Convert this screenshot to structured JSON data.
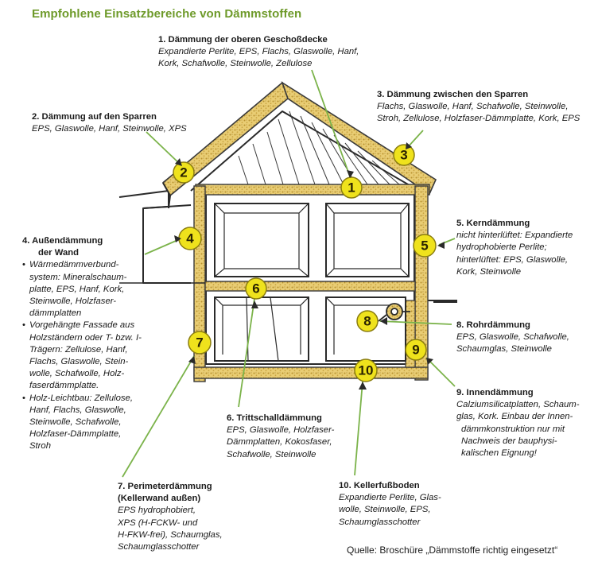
{
  "title": "Empfohlene Einsatzbereiche von Dämmstoffen",
  "callouts": {
    "c1": {
      "number": "1",
      "heading": "1. Dämmung der oberen Geschoßdecke",
      "lines": [
        "Expandierte Perlite, EPS, Flachs, Glaswolle, Hanf,",
        "Kork, Schafwolle, Steinwolle, Zellulose"
      ]
    },
    "c2": {
      "number": "2",
      "heading": "2. Dämmung auf den Sparren",
      "lines": [
        "EPS, Glaswolle, Hanf, Steinwolle, XPS"
      ]
    },
    "c3": {
      "number": "3",
      "heading": "3. Dämmung zwischen den Sparren",
      "lines": [
        "Flachs, Glaswolle, Hanf, Schafwolle, Steinwolle,",
        "Stroh, Zellulose, Holzfaser-Dämmplatte, Kork, EPS"
      ]
    },
    "c4": {
      "number": "4",
      "heading_lines": [
        "4. Außendämmung",
        "der Wand"
      ],
      "bullets": [
        [
          "Wärmedämmverbund-",
          "system: Mineralschaum-",
          "platte, EPS, Hanf, Kork,",
          "Steinwolle, Holzfaser-",
          "dämmplatten"
        ],
        [
          "Vorgehängte Fassade aus",
          "Holzständern oder T- bzw. I-",
          "Trägern: Zellulose, Hanf,",
          "Flachs, Glaswolle, Stein-",
          "wolle, Schafwolle, Holz-",
          "faserdämmplatte."
        ],
        [
          "Holz-Leichtbau: Zellulose,",
          "Hanf, Flachs, Glaswolle,",
          "Steinwolle, Schafwolle,",
          "Holzfaser-Dämmplatte,",
          "Stroh"
        ]
      ]
    },
    "c5": {
      "number": "5",
      "heading": "5. Kerndämmung",
      "lines": [
        "nicht hinterlüftet: Expandierte",
        "hydrophobierte Perlite;",
        "hinterlüftet: EPS, Glaswolle,",
        "Kork, Steinwolle"
      ]
    },
    "c6": {
      "number": "6",
      "heading": "6. Trittschalldämmung",
      "lines": [
        "EPS, Glaswolle, Holzfaser-",
        "Dämmplatten, Kokosfaser,",
        "Schafwolle, Steinwolle"
      ]
    },
    "c7": {
      "number": "7",
      "heading_lines": [
        "7. Perimeterdämmung",
        "(Kellerwand außen)"
      ],
      "lines": [
        "EPS hydrophobiert,",
        "XPS (H-FCKW- und",
        "H-FKW-frei), Schaumglas,",
        "Schaumglasschotter"
      ]
    },
    "c8": {
      "number": "8",
      "heading": "8. Rohrdämmung",
      "lines": [
        "EPS, Glaswolle, Schafwolle,",
        "Schaumglas, Steinwolle"
      ]
    },
    "c9": {
      "number": "9",
      "heading": "9. Innendämmung",
      "lines": [
        "Calziumsilicatplatten, Schaum-",
        "glas, Kork. Einbau der Innen-",
        "dämmkonstruktion nur mit",
        "Nachweis der bauphysi-",
        "kalischen Eignung!"
      ]
    },
    "c10": {
      "number": "10",
      "heading": "10. Kellerfußboden",
      "lines": [
        "Expandierte Perlite, Glas-",
        "wolle, Steinwolle, EPS,",
        "Schaumglasschotter"
      ]
    }
  },
  "source": "Quelle: Broschüre „Dämmstoffe richtig eingesetzt“",
  "colors": {
    "title": "#6e9a2a",
    "badge": "#efe21c",
    "insulation": "#e8c96a",
    "leader": "#7bb34a"
  }
}
